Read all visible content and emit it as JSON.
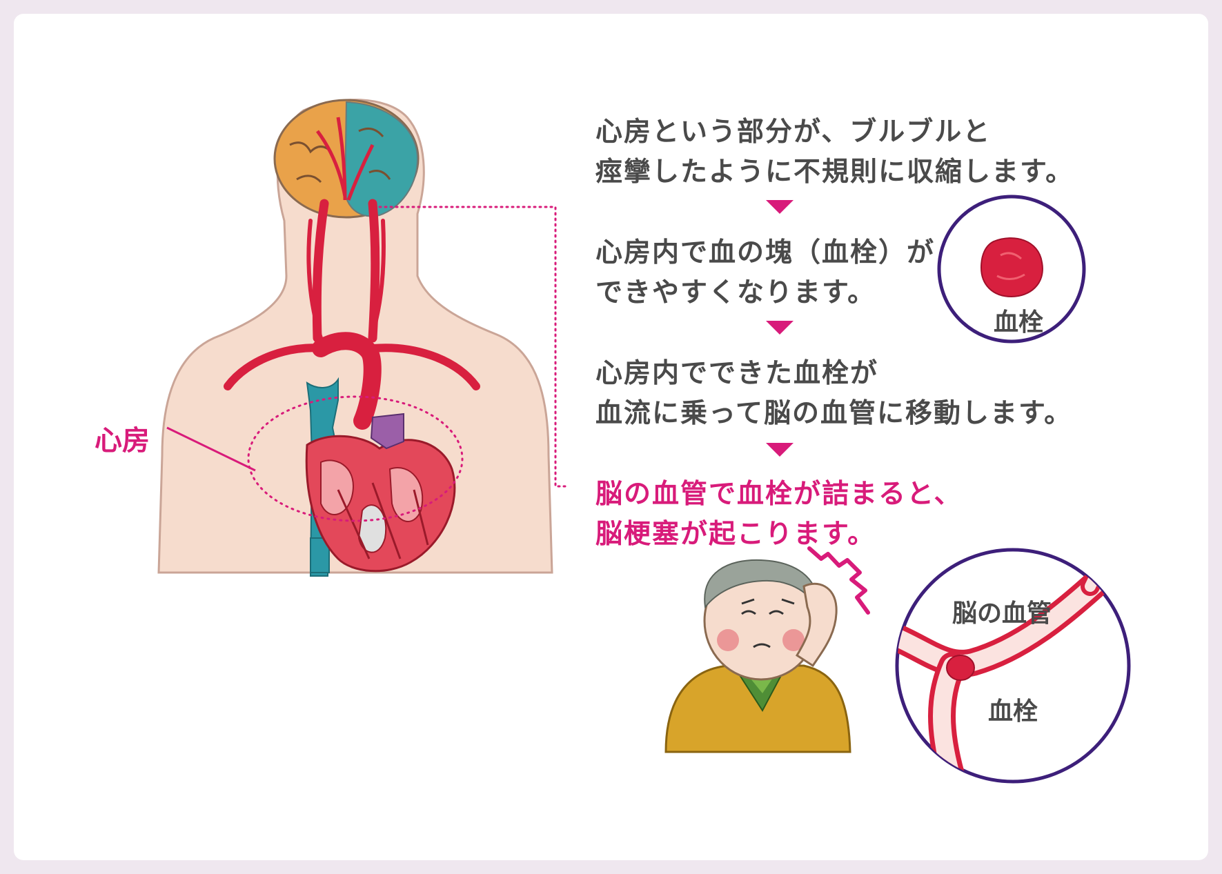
{
  "labels": {
    "atrium": "心房",
    "clot_inset": "血栓",
    "vessel_inset_title": "脳の血管",
    "vessel_inset_clot": "血栓"
  },
  "steps": [
    {
      "lines": [
        "心房という部分が、ブルブルと",
        "痙攣したように不規則に収縮します。"
      ]
    },
    {
      "lines": [
        "心房内で血の塊（血栓）が",
        "できやすくなります。"
      ]
    },
    {
      "lines": [
        "心房内でできた血栓が",
        "血流に乗って脳の血管に移動します。"
      ]
    },
    {
      "lines": [
        "脳の血管で血栓が詰まると、",
        "脳梗塞が起こります。"
      ]
    }
  ],
  "colors": {
    "accent": "#d81b7a",
    "text": "#4a4a4a",
    "skin": "#f6dccd",
    "artery": "#d8203f",
    "vein": "#2b98a6",
    "inset_ring": "#3d1f7a",
    "sweater": "#d8a42a",
    "page_frame": "#efe7ef"
  },
  "icons": {
    "step_arrow": "down-triangle-icon",
    "headache_mark": "zigzag-icon"
  }
}
